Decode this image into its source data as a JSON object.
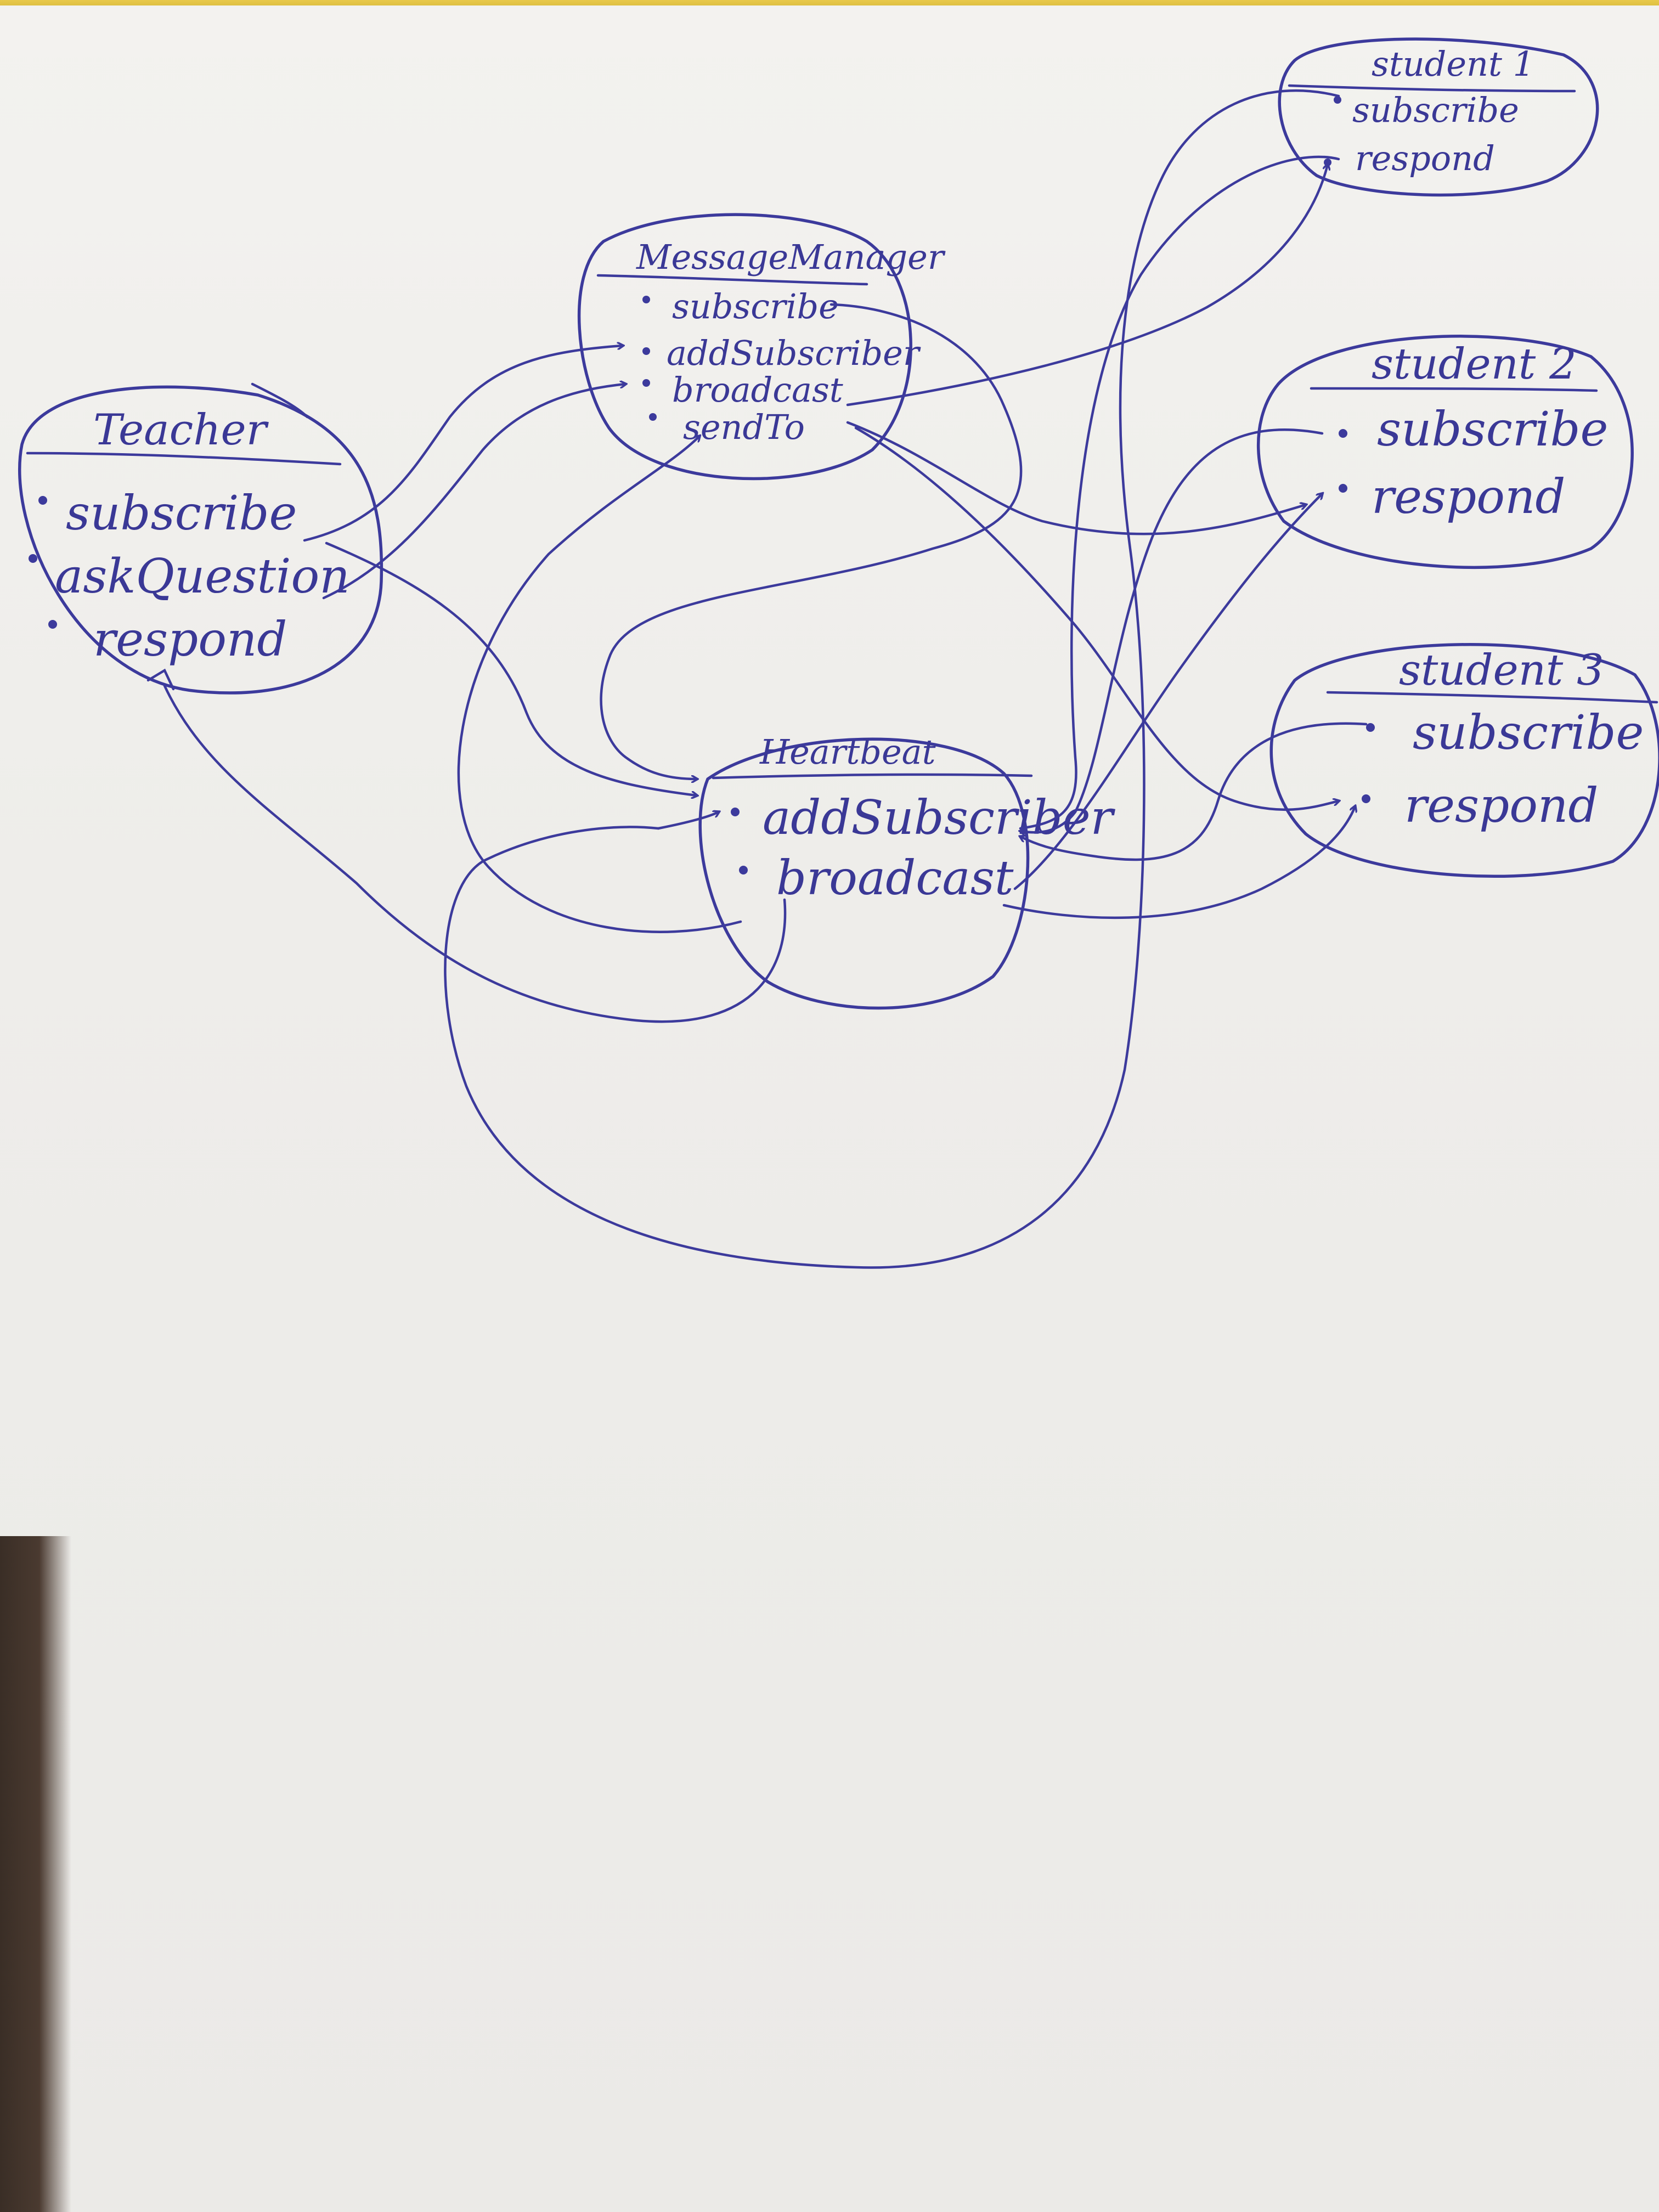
{
  "nodes": {
    "teacher": {
      "title": "Teacher",
      "methods": [
        "subscribe",
        "askQuestion",
        "respond"
      ]
    },
    "message_manager": {
      "title": "MessageManager",
      "methods": [
        "subscribe",
        "addSubscriber",
        "broadcast",
        "sendTo"
      ]
    },
    "heartbeat": {
      "title": "Heartbeat",
      "methods": [
        "addSubscriber",
        "broadcast"
      ]
    },
    "student1": {
      "title": "student 1",
      "methods": [
        "subscribe",
        "respond"
      ]
    },
    "student2": {
      "title": "student 2",
      "methods": [
        "subscribe",
        "respond"
      ]
    },
    "student3": {
      "title": "student 3",
      "methods": [
        "subscribe",
        "respond"
      ]
    }
  },
  "colors": {
    "ink": "#3c3a9c",
    "paper": "#f3f2ef",
    "tape": "#e8c94a"
  }
}
